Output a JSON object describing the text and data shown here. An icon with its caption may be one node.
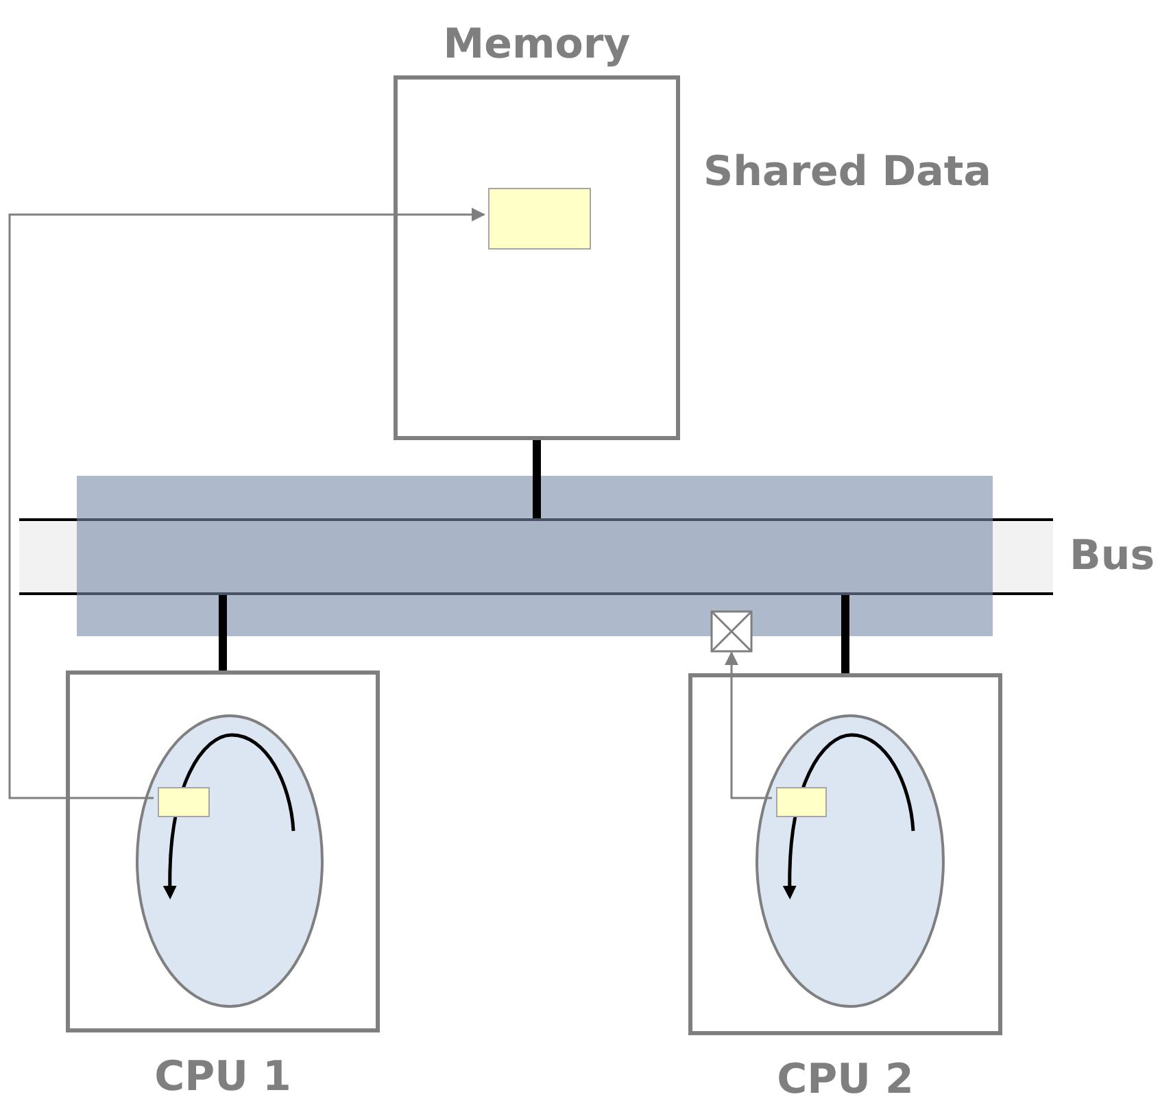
{
  "diagram": {
    "nodes": [
      {
        "text": [
          "Memory"
        ]
      },
      {
        "text": [],
        "shape": "box",
        "in": 0
      },
      {
        "text": [
          "Bus"
        ]
      },
      {
        "text": [
          "CPU 1"
        ]
      },
      {
        "text": [],
        "shape": "ellipse",
        "in": 3
      },
      {
        "text": [],
        "shape": "box",
        "in": 4
      },
      {
        "text": [
          "CPU 2"
        ]
      },
      {
        "text": [],
        "shape": "ellipse",
        "in": 6
      },
      {
        "text": [],
        "shape": "box",
        "in": 7
      },
      {
        "text": [],
        "shape": "crossed-box"
      }
    ],
    "edges": [
      {
        "from": 0,
        "to": 2,
        "arrow": "none"
      },
      {
        "from": 3,
        "to": 2,
        "arrow": "none"
      },
      {
        "from": 6,
        "to": 2,
        "arrow": "none"
      },
      {
        "from": 5,
        "to": 1,
        "arrow": "to",
        "color": "#7f7f7f"
      },
      {
        "from": 8,
        "to": 9,
        "arrow": "to",
        "color": "#7f7f7f"
      }
    ],
    "labels": [
      "Shared Data"
    ]
  }
}
